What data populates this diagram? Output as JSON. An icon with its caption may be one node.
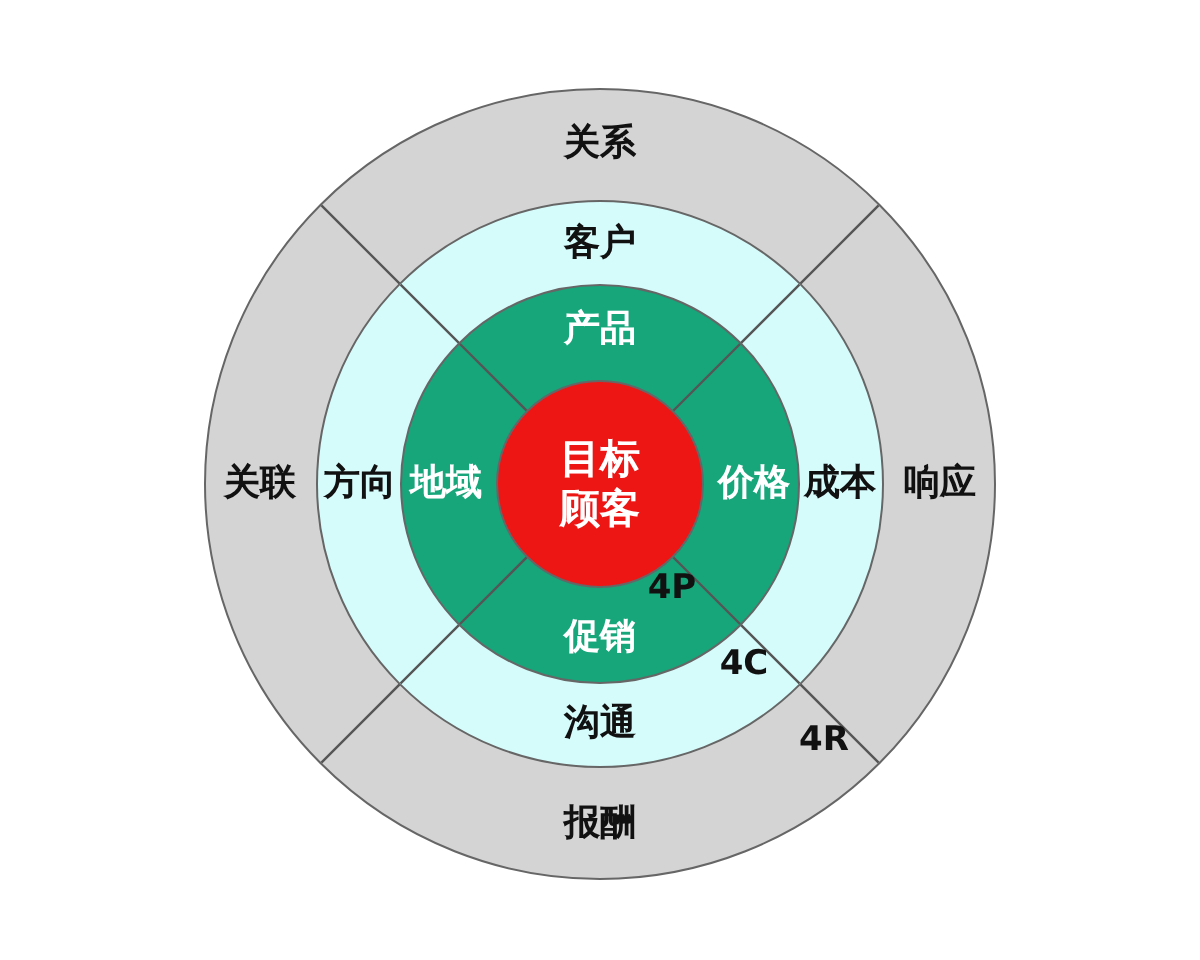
{
  "diagram": {
    "nodes": [
      {
        "text": [
          "关系",
          "关联",
          "响应",
          "报酬"
        ],
        "beside": [
          "4R"
        ]
      },
      {
        "text": [
          "客户",
          "方向",
          "成本",
          "沟通"
        ],
        "beside": [
          "4C"
        ],
        "in": 0
      },
      {
        "text": [
          "产品",
          "地域",
          "价格",
          "促销"
        ],
        "beside": [
          "4P"
        ],
        "in": 1
      },
      {
        "text": [
          "目标顾客"
        ],
        "in": 2
      }
    ]
  }
}
